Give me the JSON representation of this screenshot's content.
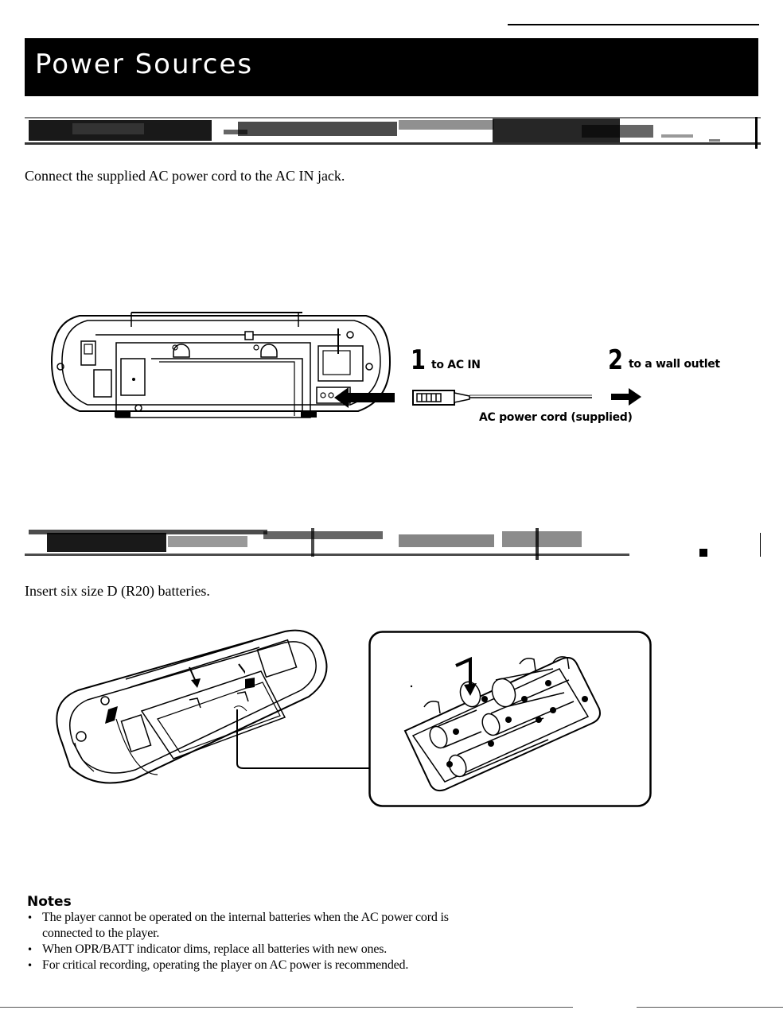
{
  "page": {
    "title": "Power Sources"
  },
  "sections": {
    "ac": {
      "instruction": "Connect the supplied AC power cord to the AC IN jack."
    },
    "batteries": {
      "instruction": "Insert six size D (R20) batteries."
    }
  },
  "diagram_ac": {
    "step1_number": "1",
    "step1_text": "to AC IN",
    "step2_number": "2",
    "step2_text": "to a wall outlet",
    "cord_label": "AC power cord (supplied)"
  },
  "notes": {
    "heading": "Notes",
    "bullet": "•",
    "items": [
      "The player cannot be operated on the internal batteries when the AC power cord is connected to the player.",
      "When OPR/BATT indicator dims, replace all batteries with new ones.",
      "For critical recording, operating the player on AC power is recommended."
    ]
  },
  "icons": {
    "plug_arrow": "arrow-right-icon",
    "jack_arrow": "arrow-left-icon",
    "compartment_arrow": "arrow-down-icon"
  },
  "colors": {
    "title_bar": "#000000",
    "title_text": "#ffffff",
    "ink": "#000000"
  }
}
